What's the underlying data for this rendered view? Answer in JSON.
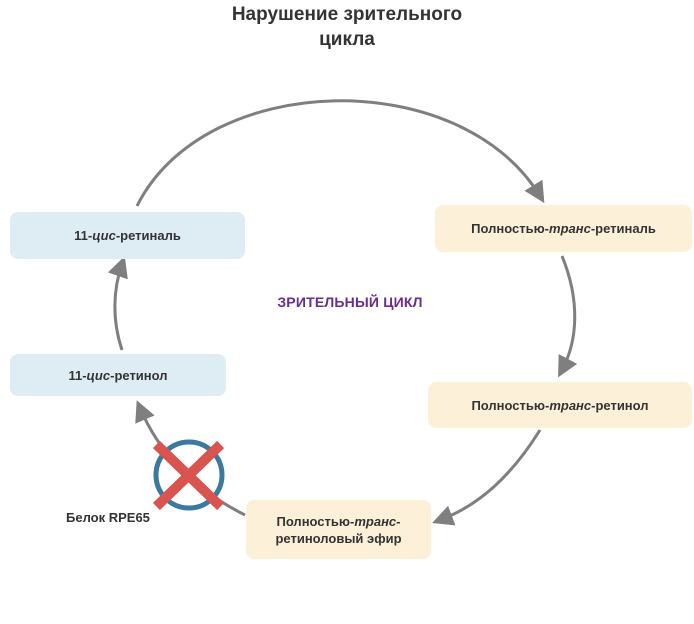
{
  "title_line1": "Нарушение зрительного",
  "title_line2": "цикла",
  "center_label": "ЗРИТЕЛЬНЫЙ ЦИКЛ",
  "colors": {
    "blue_box": "#deedf3",
    "peach_box": "#fdf0d9",
    "arrow": "#7f7f7f",
    "center_text": "#6b2c91",
    "block_cross": "#d9534f",
    "block_ring": "#3a79a0"
  },
  "boxes": {
    "cis_retinal": {
      "prefix": "11-",
      "italic": "цис",
      "suffix": "-ретиналь"
    },
    "all_trans_retinal": {
      "prefix": "Полностью-",
      "italic": "транс",
      "suffix": "-ретиналь"
    },
    "all_trans_retinol": {
      "prefix": "Полностью-",
      "italic": "транс",
      "suffix": "-ретинол"
    },
    "all_trans_ester": {
      "prefix": "Полностью-",
      "italic": "транс",
      "suffix": "-",
      "line2": "ретиноловый эфир"
    },
    "cis_retinol": {
      "prefix": "11-",
      "italic": "цис",
      "suffix": "-ретинол"
    }
  },
  "block": {
    "label": "Белок RPE65",
    "icon": "blocked-cross-icon"
  }
}
